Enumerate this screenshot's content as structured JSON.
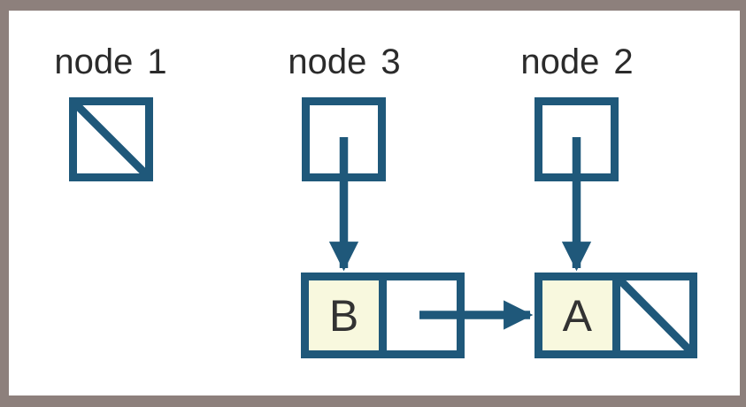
{
  "palette": {
    "outline": "#1f587a",
    "record_fill": "#f8f8de",
    "frame": "#8d807c",
    "paper": "#ffffff",
    "label_text": "#2b2b2b",
    "value_text": "#333333"
  },
  "diagram": {
    "type": "linked-list",
    "pointers": [
      {
        "id": "node1",
        "label": "node 1",
        "target": null
      },
      {
        "id": "node3",
        "label": "node 3",
        "target": "B"
      },
      {
        "id": "node2",
        "label": "node 2",
        "target": "A"
      }
    ],
    "records": [
      {
        "id": "B",
        "value": "B",
        "next": "A"
      },
      {
        "id": "A",
        "value": "A",
        "next": null
      }
    ]
  }
}
